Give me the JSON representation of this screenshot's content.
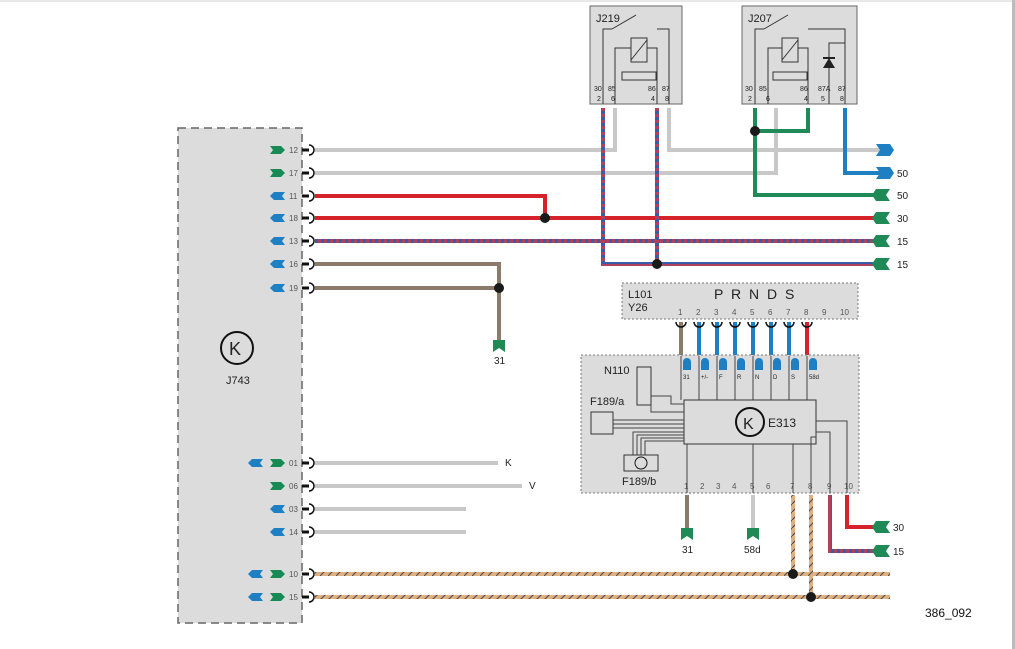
{
  "figure_id": "386_092",
  "colors": {
    "box_fill": "#dcdcdc",
    "box_border": "#666666",
    "wire_red": "#d6232b",
    "wire_blue": "#1e7fc3",
    "wire_green": "#1f8a55",
    "wire_brown": "#8b7b6b",
    "wire_grey": "#c8c8c8",
    "wire_bluered_a": "#3a5ca8",
    "wire_bluered_b": "#b04060",
    "wire_orange": "#e0b080",
    "wire_orange_stripe": "#555555",
    "junction": "#1a1a1a",
    "conn_green": "#178a55",
    "conn_blue": "#1e7fc3"
  },
  "control_unit": {
    "id": "J743",
    "symbol": "K",
    "pins": [
      "12",
      "17",
      "11",
      "18",
      "13",
      "16",
      "19",
      "01",
      "06",
      "03",
      "14",
      "10",
      "15"
    ]
  },
  "relays": [
    {
      "id": "J219",
      "terminals": [
        "30",
        "85",
        "86",
        "87"
      ],
      "pins": [
        "2",
        "6",
        "4",
        "8"
      ]
    },
    {
      "id": "J207",
      "terminals": [
        "30",
        "85",
        "86",
        "87A",
        "87"
      ],
      "pins": [
        "2",
        "6",
        "4",
        "5",
        "8"
      ]
    }
  ],
  "selector": {
    "ids": [
      "L101",
      "Y26"
    ],
    "positions": "P R N D S",
    "pins": [
      "1",
      "2",
      "3",
      "4",
      "5",
      "6",
      "7",
      "8",
      "9",
      "10"
    ]
  },
  "module": {
    "id": "E313",
    "symbol": "K",
    "sub_components": [
      "N110",
      "F189/a",
      "F189/b"
    ],
    "input_labels": [
      "31",
      "+/-",
      "F",
      "R",
      "N",
      "D",
      "S",
      "58d"
    ],
    "bottom_pins": [
      "1",
      "2",
      "3",
      "4",
      "5",
      "6",
      "7",
      "8",
      "9",
      "10"
    ]
  },
  "right_terminals": [
    "",
    "50",
    "50",
    "30",
    "15",
    "15"
  ],
  "bottom_terminals": {
    "e313_pin1": "31",
    "e313_pin5": "58d",
    "e313_pin10": "30",
    "e313_pin9": "15"
  },
  "ground_j743": "31",
  "line_ends": {
    "pin01": "K",
    "pin06": "V"
  }
}
